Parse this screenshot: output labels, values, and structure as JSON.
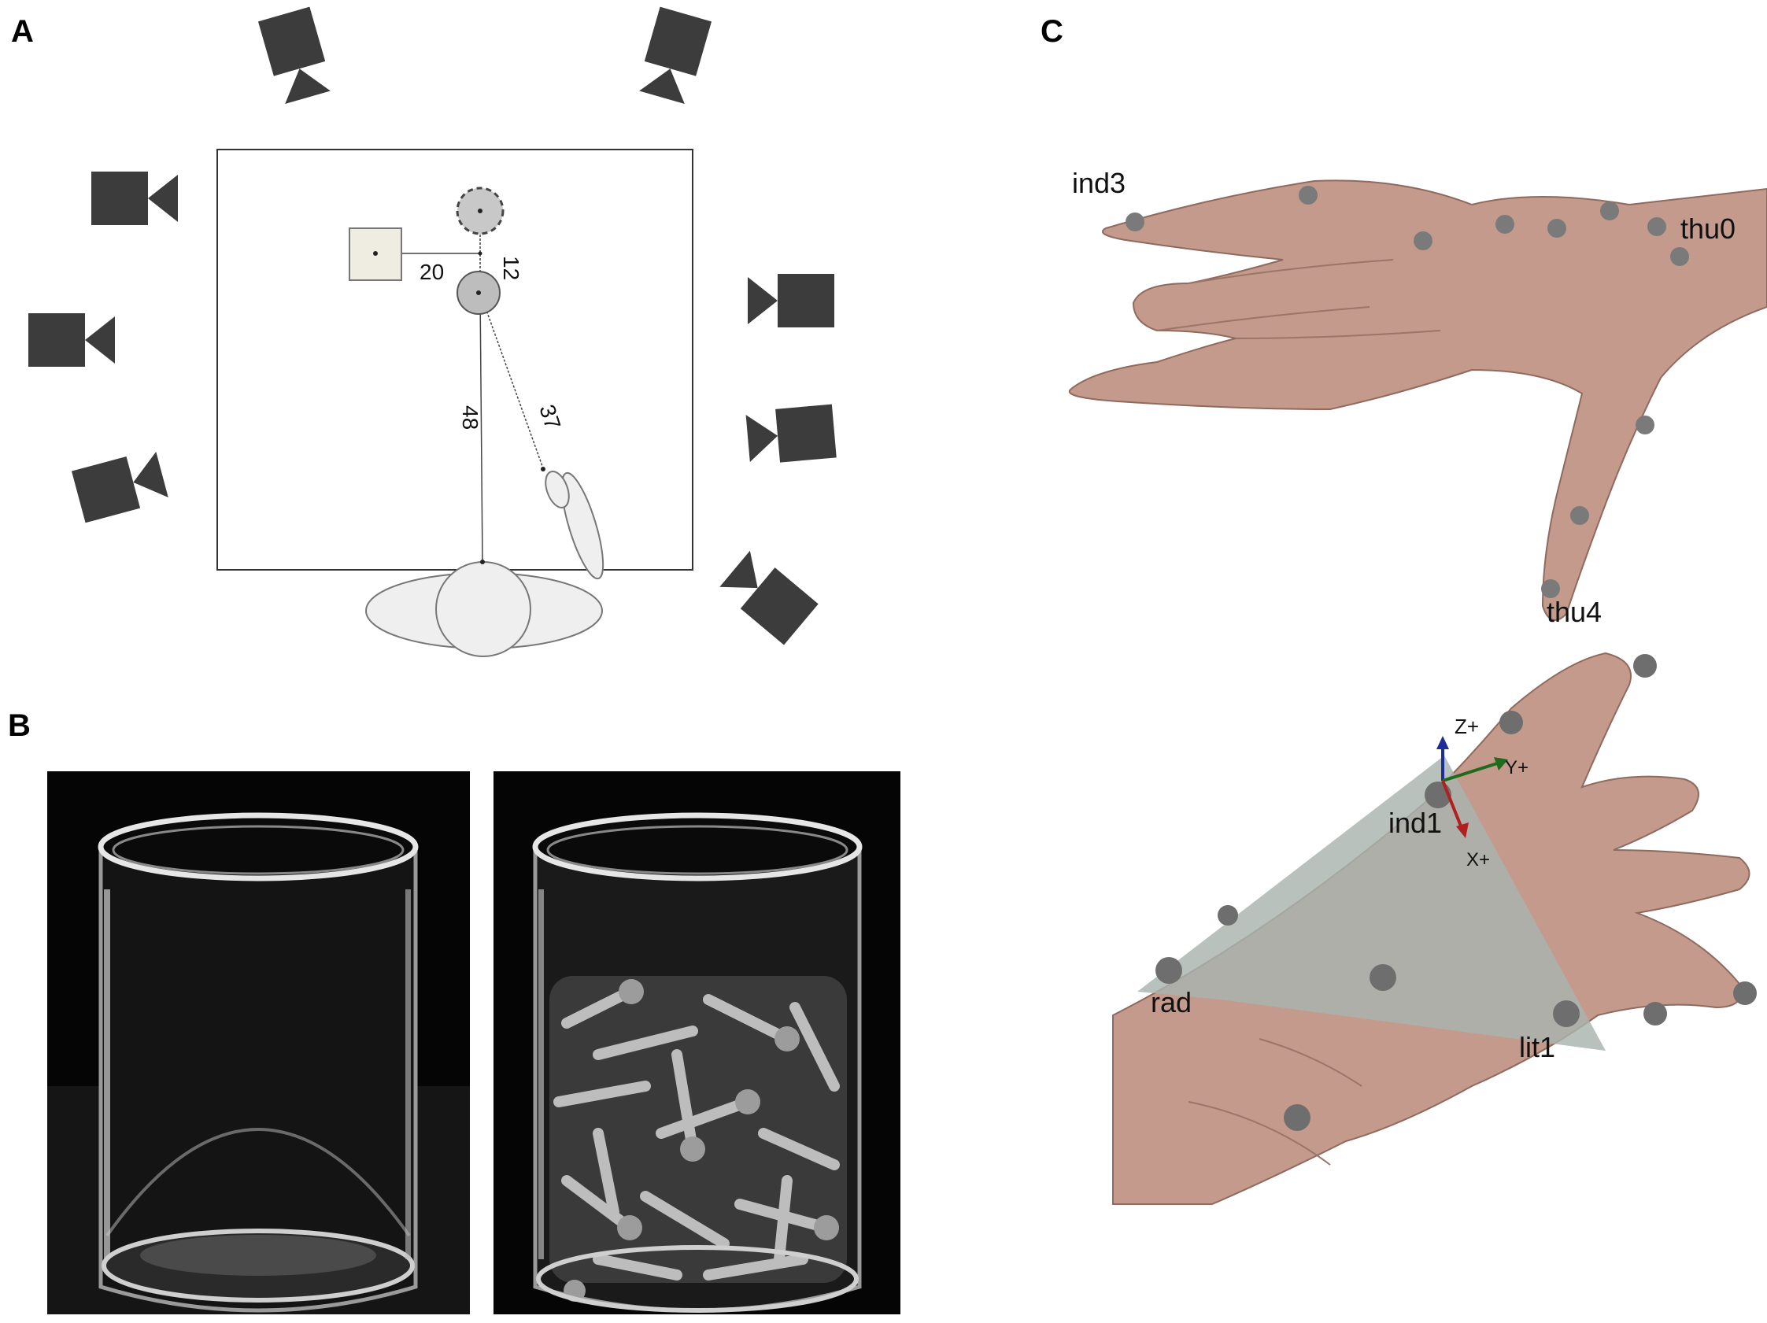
{
  "panels": {
    "a": {
      "letter": "A"
    },
    "b": {
      "letter": "B"
    },
    "c": {
      "letter": "C"
    }
  },
  "diagram_a": {
    "distances": {
      "ring_spacing": "12",
      "box_offset": "20",
      "subject_to_target": "48",
      "hand_to_target": "37"
    },
    "camera_icon": "video-camera-icon",
    "colors": {
      "camera": "#3c3c3c",
      "target_fill": "#bdbdbd",
      "box_fill": "#efece2",
      "subject_fill": "#efefef",
      "outline": "#555555"
    }
  },
  "photos_b": {
    "left_icon": "empty-cylinder-icon",
    "right_icon": "screw-filled-cylinder-icon",
    "background": "#000000"
  },
  "hand_c": {
    "top_markers": {
      "ind3": "ind3",
      "thu0": "thu0",
      "thu4": "thu4"
    },
    "bottom_markers": {
      "ind1": "ind1",
      "rad": "rad",
      "lit1": "lit1"
    },
    "axes": {
      "z": "Z+",
      "y": "Y+",
      "x": "X+"
    },
    "axis_colors": {
      "z": "#1f2d9a",
      "y": "#1e6b1e",
      "x": "#b02020"
    },
    "skin_color": "#c49a8c",
    "plane_color": "#a9b3ae"
  }
}
